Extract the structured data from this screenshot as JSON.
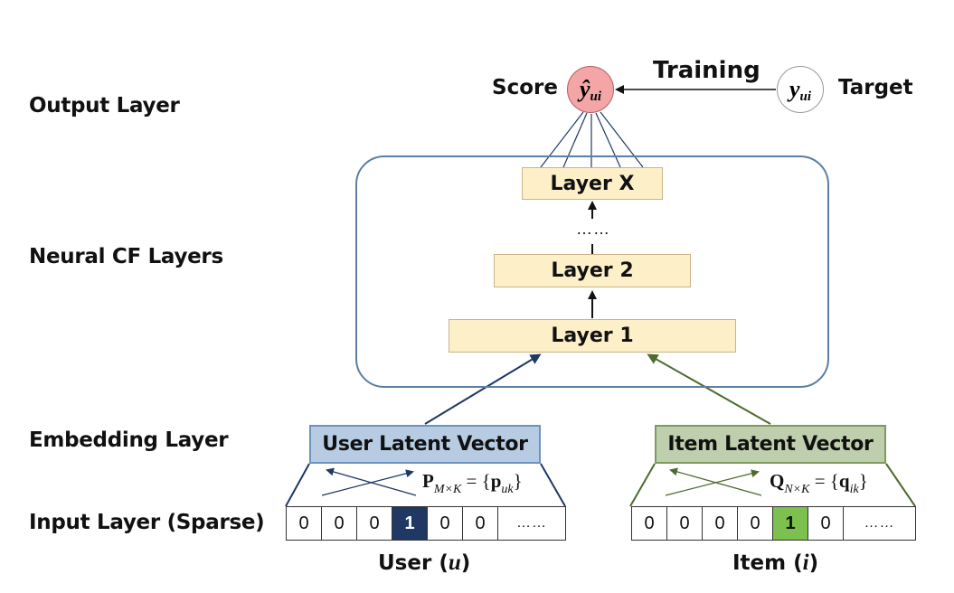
{
  "side_labels": {
    "output": "Output Layer",
    "neural": "Neural CF Layers",
    "embedding": "Embedding Layer",
    "input": "Input Layer (Sparse)"
  },
  "output": {
    "score_label": "Score",
    "score_symbol": "ŷ",
    "score_subscript": "ui",
    "training_label": "Training",
    "target_symbol": "y",
    "target_subscript": "ui",
    "target_label": "Target"
  },
  "cf_layers": {
    "top": "Layer X",
    "ellipsis": "……",
    "middle": "Layer 2",
    "bottom": "Layer 1"
  },
  "embedding": {
    "user_label": "User Latent Vector",
    "item_label": "Item Latent Vector",
    "user_matrix": "P",
    "user_matrix_sub": "M×K",
    "user_matrix_rhs": "= {",
    "user_elem": "p",
    "user_elem_sub": "uk",
    "item_matrix": "Q",
    "item_matrix_sub": "N×K",
    "item_matrix_rhs": "= {",
    "item_elem": "q",
    "item_elem_sub": "ik",
    "close_brace": "}"
  },
  "input": {
    "user_cells": [
      "0",
      "0",
      "0",
      "1",
      "0",
      "0",
      "……"
    ],
    "item_cells": [
      "0",
      "0",
      "0",
      "0",
      "1",
      "0",
      "……"
    ],
    "user_caption": "User (",
    "user_var": "u",
    "item_caption": "Item (",
    "item_var": "i",
    "close_paren": ")"
  },
  "colors": {
    "user_accent": "#1f3864",
    "item_accent": "#4e6b2f",
    "layer_fill": "#fdf0c9",
    "score_fill": "#f4a6a6"
  }
}
